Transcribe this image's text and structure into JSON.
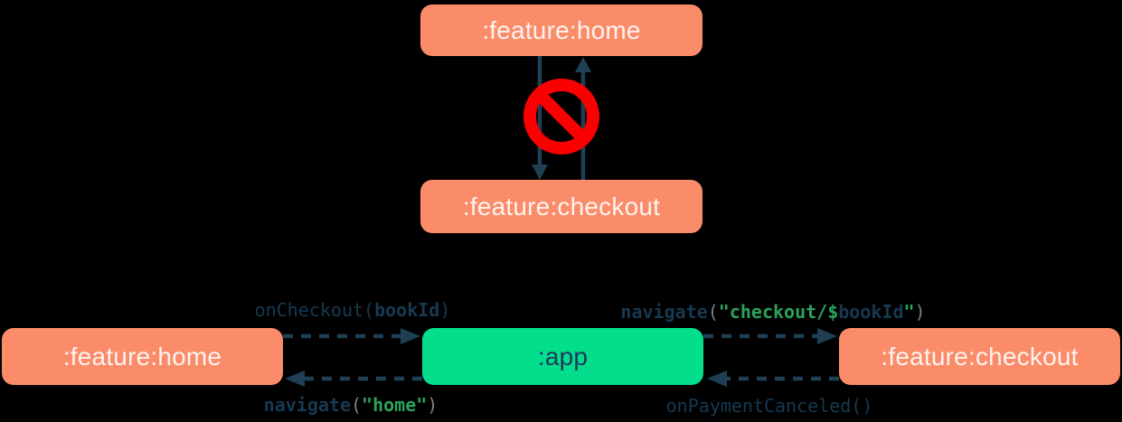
{
  "palette": {
    "background": "#000000",
    "salmon": "#FB8C6A",
    "green_box": "#03DE8D",
    "box_text_light": "#FDF3EF",
    "box_text_dark": "#21395B",
    "arrow": "#1F4054",
    "code_navy": "#173951",
    "code_green": "#2BA35B",
    "code_gray": "#7B8084",
    "ban_red": "#FA0000"
  },
  "top_diagram": {
    "home_box": {
      "label": ":feature:home"
    },
    "checkout_box": {
      "label": ":feature:checkout"
    },
    "no_entry_icon": "prohibited-sign"
  },
  "bottom_diagram": {
    "home_box": {
      "label": ":feature:home"
    },
    "app_box": {
      "label": ":app"
    },
    "checkout_box": {
      "label": ":feature:checkout"
    },
    "arrow_labels": {
      "home_to_app": {
        "fn": "onCheckout(",
        "arg": "bookId",
        "close": ")"
      },
      "app_to_home": {
        "fn": "navigate",
        "open": "(",
        "str": "\"home\"",
        "close": ")"
      },
      "app_to_checkout": {
        "fn": "navigate",
        "open": "(",
        "str_open": "\"checkout/$",
        "arg": "bookId",
        "str_close": "\"",
        "close": ")"
      },
      "checkout_to_app": {
        "fn": "onPaymentCanceled()"
      }
    }
  }
}
